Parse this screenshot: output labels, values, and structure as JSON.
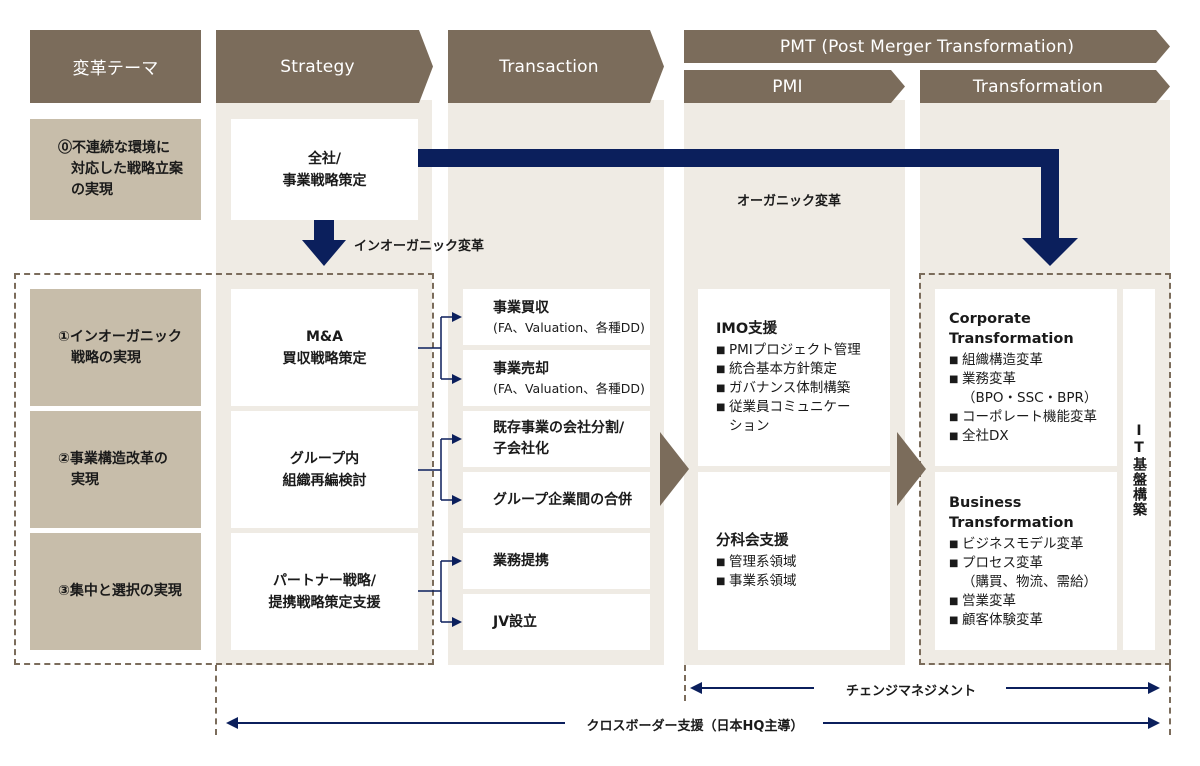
{
  "headers": {
    "theme": "変革テーマ",
    "strategy": "Strategy",
    "transaction": "Transaction",
    "pmt": "PMT (Post Merger Transformation)",
    "pmi": "PMI",
    "transformation": "Transformation"
  },
  "themes": [
    {
      "label": "⓪不連続な環境に\n対応した戦略立案\nの実現"
    },
    {
      "label": "①インオーガニック\n戦略の実現"
    },
    {
      "label": "②事業構造改革の\n実現"
    },
    {
      "label": "③集中と選択の実現"
    }
  ],
  "strategy": [
    {
      "label": "全社/\n事業戦略策定"
    },
    {
      "label": "M&A\n買収戦略策定"
    },
    {
      "label": "グループ内\n組織再編検討"
    },
    {
      "label": "パートナー戦略/\n提携戦略策定支援"
    }
  ],
  "transaction": [
    {
      "title": "事業買収",
      "sub": "(FA、Valuation、各種DD)"
    },
    {
      "title": "事業売却",
      "sub": "(FA、Valuation、各種DD)"
    },
    {
      "title": "既存事業の会社分割/\n子会社化",
      "sub": ""
    },
    {
      "title": "グループ企業間の合併",
      "sub": ""
    },
    {
      "title": "業務提携",
      "sub": ""
    },
    {
      "title": "JV設立",
      "sub": ""
    }
  ],
  "pmi": [
    {
      "title": "IMO支援",
      "items": [
        "PMIプロジェクト管理",
        "統合基本方針策定",
        "ガバナンス体制構築",
        "従業員コミュニケー\nション"
      ]
    },
    {
      "title": "分科会支援",
      "items": [
        "管理系領域",
        "事業系領域"
      ]
    }
  ],
  "transformation": [
    {
      "title": "Corporate\nTransformation",
      "items": [
        "組織構造変革",
        "業務変革\n（BPO・SSC・BPR）",
        "コーポレート機能変革",
        "全社DX"
      ]
    },
    {
      "title": "Business\nTransformation",
      "items": [
        "ビジネスモデル変革",
        "プロセス変革\n（購買、物流、需給）",
        "営業変革",
        "顧客体験変革"
      ]
    }
  ],
  "it_infra": "IT基盤構築",
  "arrows": {
    "inorganic": "インオーガニック変革",
    "organic": "オーガニック変革",
    "change_mgmt": "チェンジマネジメント",
    "cross_border": "クロスボーダー支援（日本HQ主導）"
  },
  "colors": {
    "header": "#7b6c5b",
    "theme_box": "#c7bdaa",
    "column_bg": "#efebe4",
    "arrow_navy": "#0b1f5c"
  }
}
